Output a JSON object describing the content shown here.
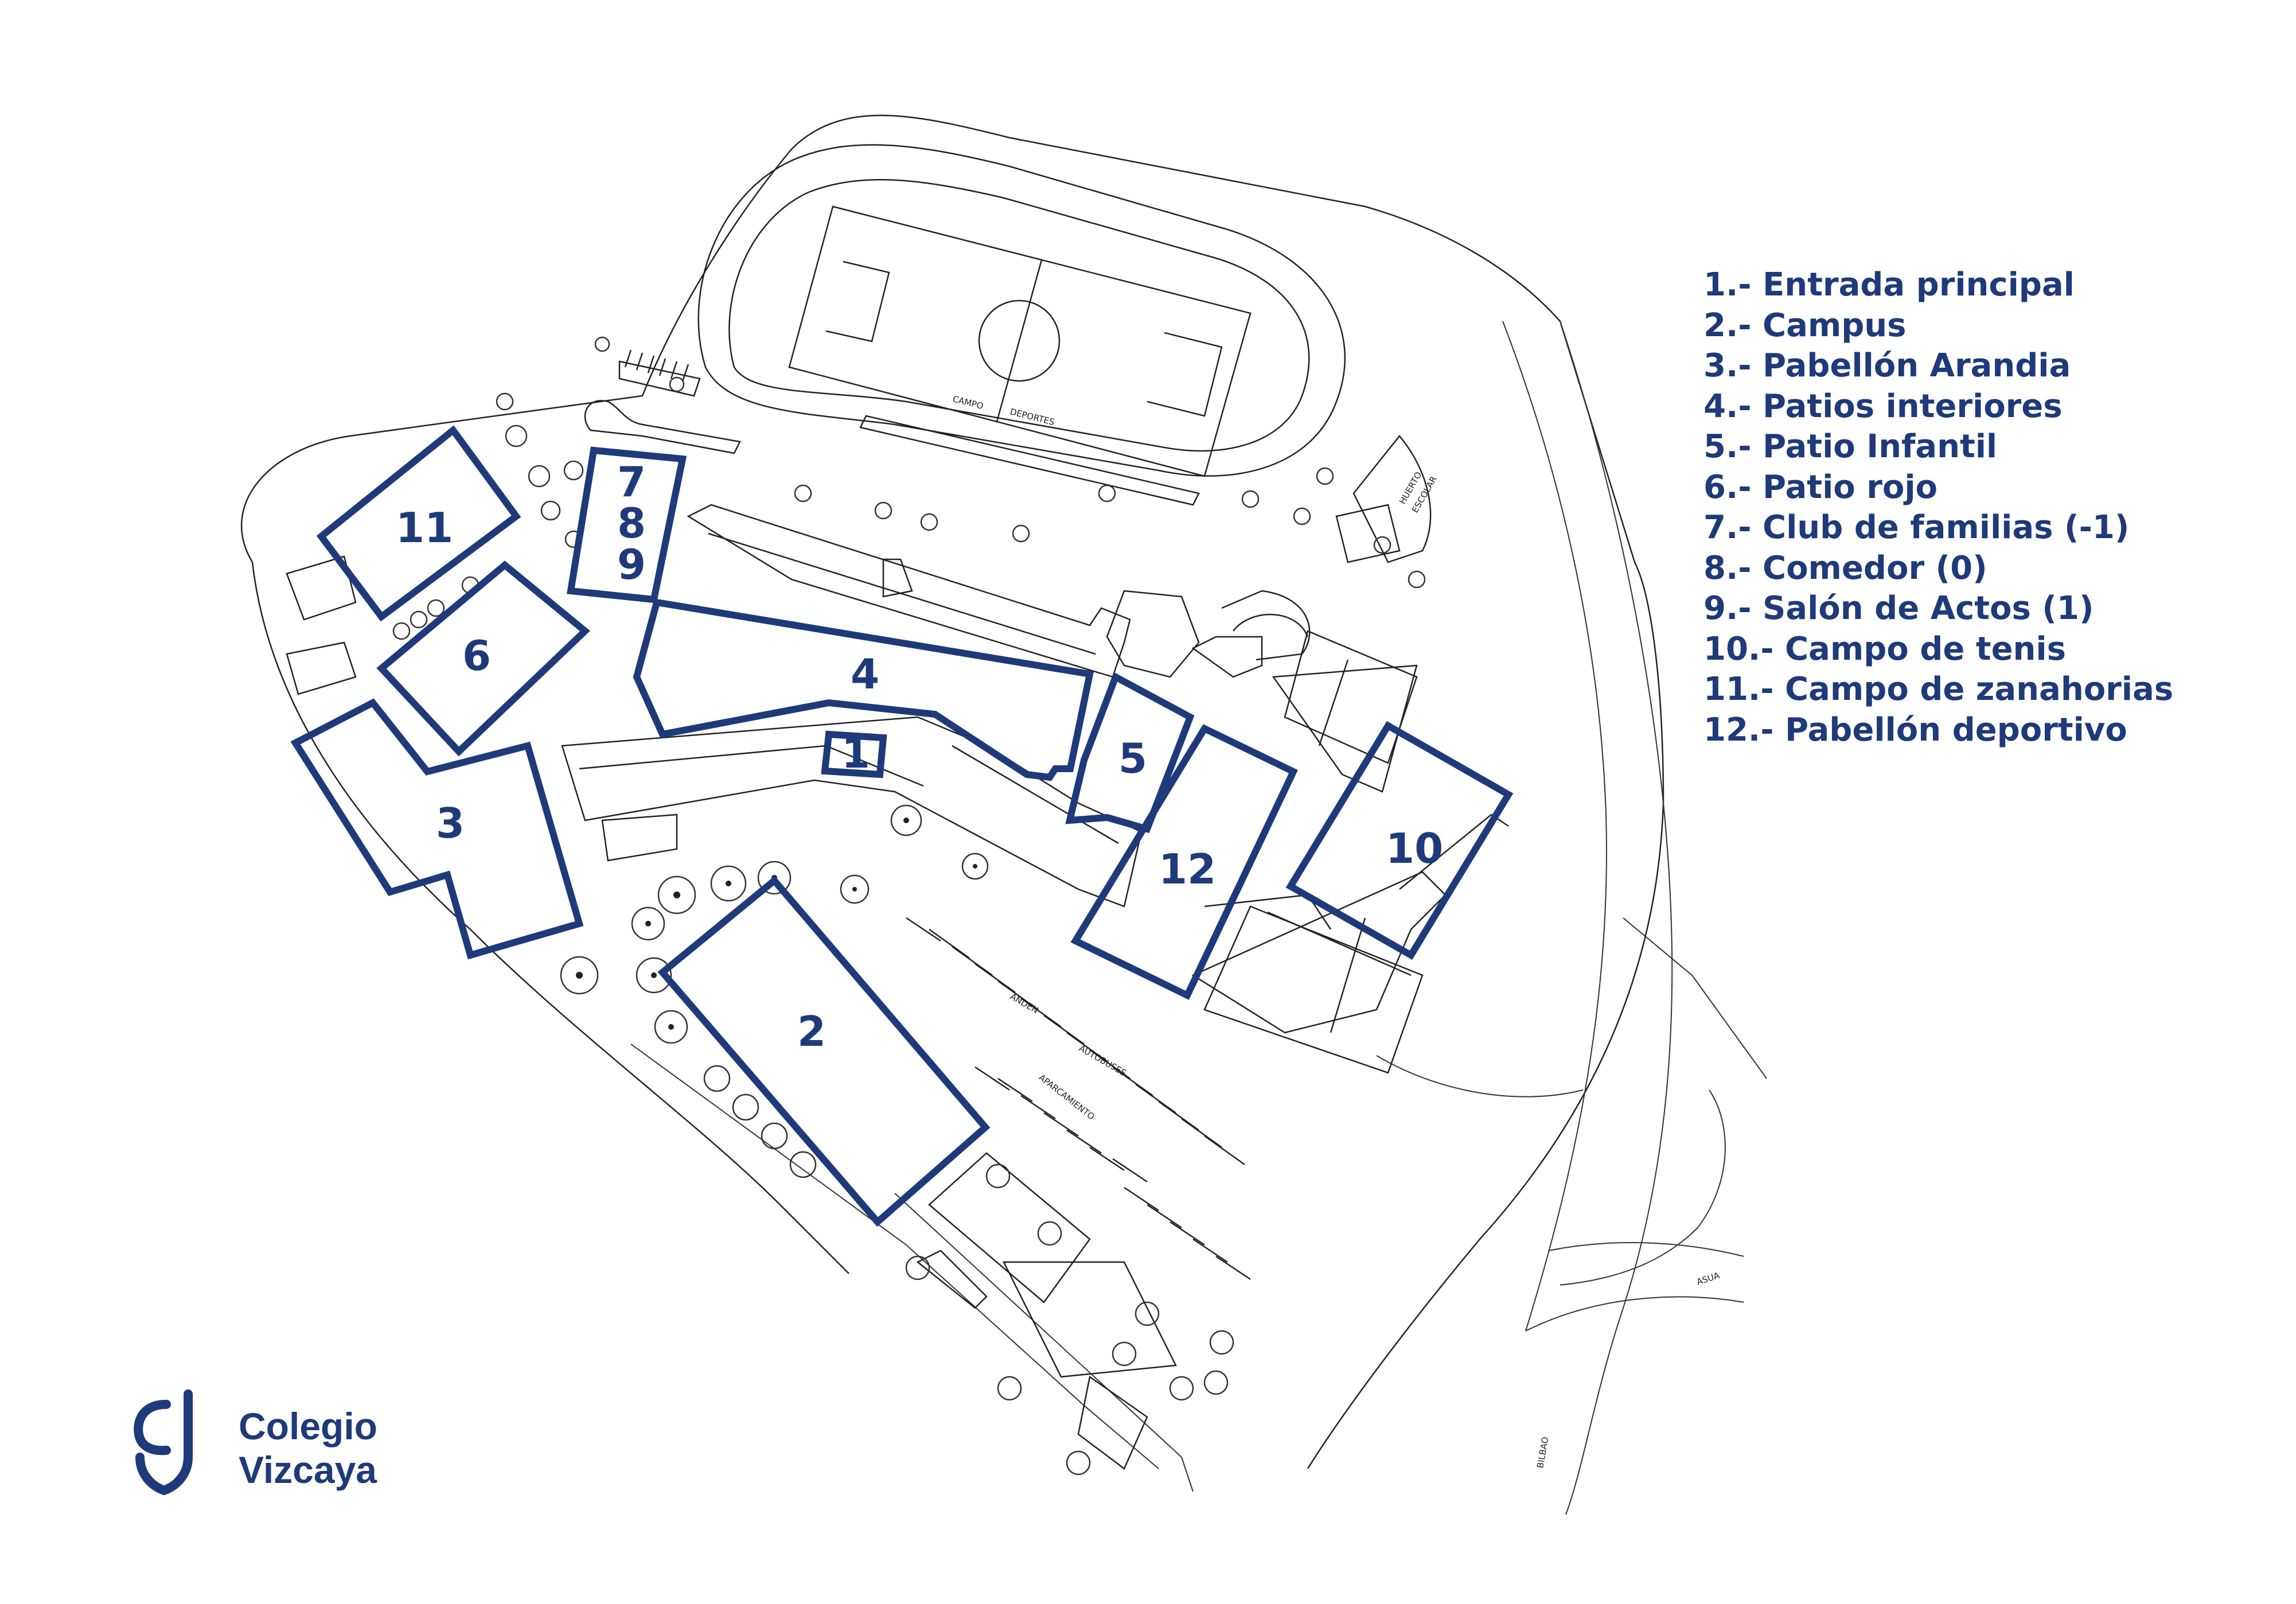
{
  "map": {
    "zones": [
      {
        "id": "1",
        "name": "Entrada principal"
      },
      {
        "id": "2",
        "name": "Campus"
      },
      {
        "id": "3",
        "name": "Pabellón Arandia"
      },
      {
        "id": "4",
        "name": "Patios interiores"
      },
      {
        "id": "5",
        "name": "Patio Infantil"
      },
      {
        "id": "6",
        "name": "Patio rojo"
      },
      {
        "id": "7",
        "name": "Club de familias (-1)"
      },
      {
        "id": "8",
        "name": "Comedor (0)"
      },
      {
        "id": "9",
        "name": "Salón de Actos (1)"
      },
      {
        "id": "10",
        "name": "Campo de tenis"
      },
      {
        "id": "11",
        "name": "Campo de zanahorias"
      },
      {
        "id": "12",
        "name": "Pabellón deportivo"
      }
    ],
    "plan_labels": {
      "campo": "CAMPO",
      "deportes": "DEPORTES",
      "huerto": "HUERTO",
      "escolar": "ESCOLAR",
      "anden": "ANDEN",
      "autobuses": "AUTOBUSES",
      "aparcamiento": "APARCAMIENTO",
      "asua": "ASUA",
      "bilbao": "BILBAO"
    }
  },
  "legend": {
    "items": [
      "1.- Entrada principal",
      "2.- Campus",
      "3.- Pabellón Arandia",
      "4.- Patios interiores",
      "5.- Patio Infantil",
      "6.- Patio rojo",
      "7.- Club de familias (-1)",
      "8.- Comedor (0)",
      "9.- Salón de Actos (1)",
      "10.- Campo de tenis",
      "11.- Campo de zanahorias",
      "12.- Pabellón deportivo"
    ]
  },
  "logo": {
    "monogram": "CV",
    "line1": "Colegio",
    "line2": "Vizcaya"
  },
  "colors": {
    "zone_outline": "#1f3a7a",
    "legend_text": "#1f3a7a",
    "plan_lines": "#222222",
    "background": "#ffffff"
  }
}
